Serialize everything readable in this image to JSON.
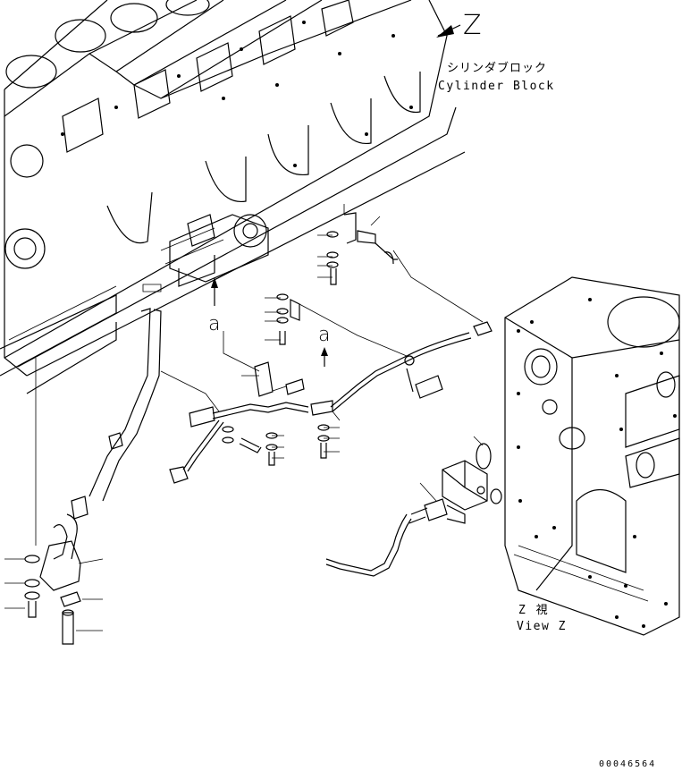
{
  "labels": {
    "view_arrow": "Z",
    "part_name_jp": "シリンダブロック",
    "part_name_en": "Cylinder Block",
    "ref_a_left": "a",
    "ref_a_right": "a",
    "view_title_jp": "Z 視",
    "view_title_en": "View Z",
    "drawing_number": "00046564"
  }
}
